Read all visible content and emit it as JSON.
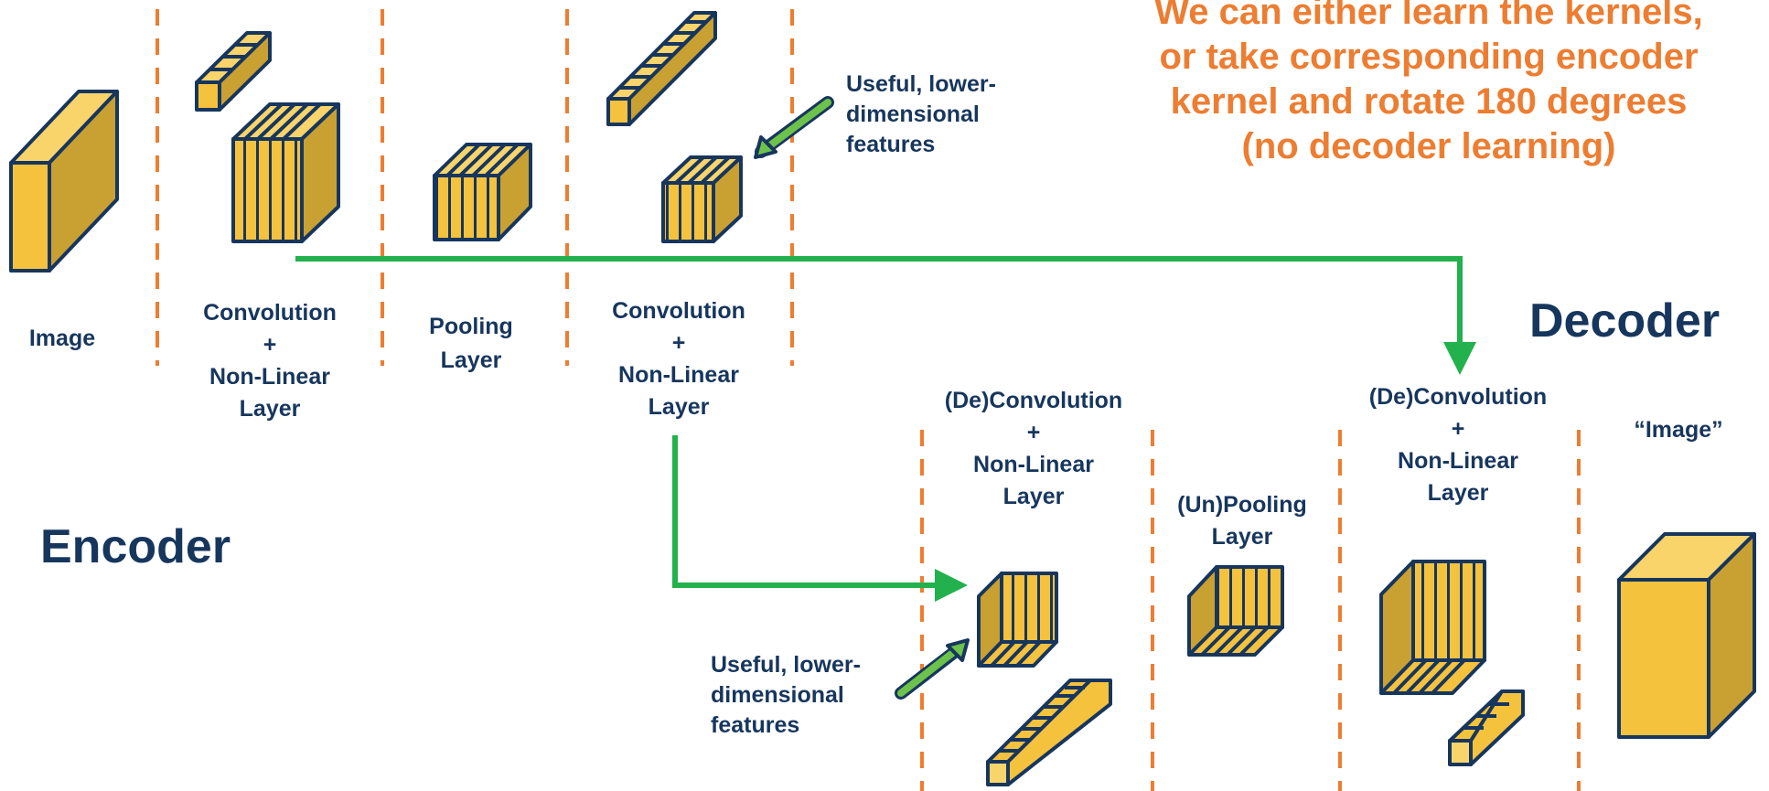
{
  "note": {
    "lines": [
      "We can either learn the kernels,",
      "or take corresponding encoder",
      "kernel and rotate 180 degrees",
      "(no decoder learning)"
    ]
  },
  "sections": {
    "encoder": "Encoder",
    "decoder": "Decoder"
  },
  "encoder_labels": {
    "image": [
      "Image"
    ],
    "conv1": [
      "Convolution",
      "+",
      "Non-Linear",
      "Layer"
    ],
    "pool": [
      "Pooling",
      "Layer"
    ],
    "conv2": [
      "Convolution",
      "+",
      "Non-Linear",
      "Layer"
    ]
  },
  "decoder_labels": {
    "deconv1": [
      "(De)Convolution",
      "+",
      "Non-Linear",
      "Layer"
    ],
    "unpool": [
      "(Un)Pooling",
      "Layer"
    ],
    "deconv2": [
      "(De)Convolution",
      "+",
      "Non-Linear",
      "Layer"
    ],
    "image": [
      "“Image”"
    ]
  },
  "annotations": {
    "top": [
      "Useful, lower-",
      "dimensional",
      "features"
    ],
    "bottom": [
      "Useful, lower-",
      "dimensional",
      "features"
    ]
  },
  "colors": {
    "block_front": "#f5c23e",
    "block_side": "#c9a032",
    "block_top": "#f8d46a",
    "outline": "#17365d",
    "text": "#17365d",
    "divider": "#ed7d31",
    "flow_arrow": "#22b14c"
  }
}
